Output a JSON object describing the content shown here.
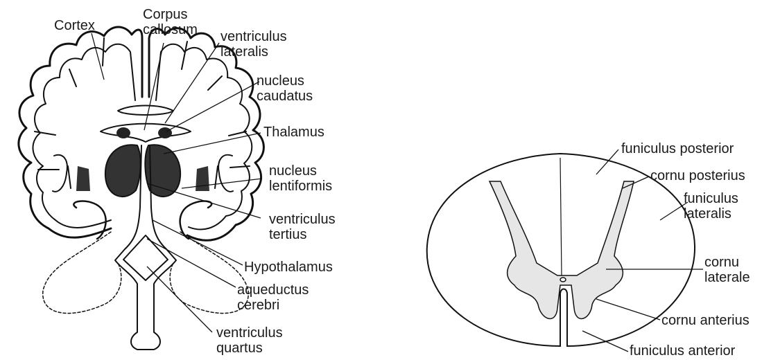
{
  "brain": {
    "labels": {
      "cortex": "Cortex",
      "corpus_callosum": "Corpus\ncallosum",
      "ventriculus_lateralis": "ventriculus\nlateralis",
      "nucleus_caudatus": "nucleus\ncaudatus",
      "thalamus": "Thalamus",
      "nucleus_lentiformis": "nucleus\nlentiformis",
      "ventriculus_tertius": "ventriculus\ntertius",
      "hypothalamus": "Hypothalamus",
      "aqueductus_cerebri": "aqueductus\ncerebri",
      "ventriculus_quartus": "ventriculus\nquartus"
    }
  },
  "spinal_cord": {
    "labels": {
      "funiculus_posterior": "funiculus posterior",
      "cornu_posterius": "cornu posterius",
      "funiculus_lateralis": "funiculus\nlateralis",
      "cornu_laterale": "cornu\nlaterale",
      "cornu_anterius": "cornu anterius",
      "funiculus_anterior": "funiculus anterior"
    }
  }
}
